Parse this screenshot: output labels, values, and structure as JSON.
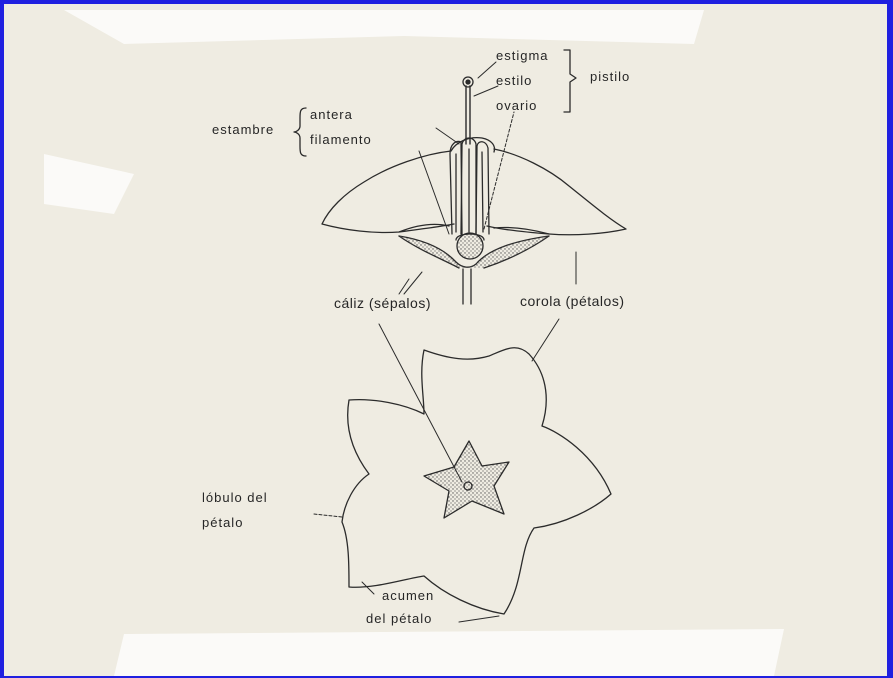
{
  "colors": {
    "border": "#1f1fe0",
    "paper": "#efece2",
    "ink": "#2b2b2b"
  },
  "labels": {
    "estigma": "estigma",
    "estilo": "estilo",
    "ovario": "ovario",
    "pistilo": "pistilo",
    "estambre": "estambre",
    "antera": "antera",
    "filamento": "filamento",
    "caliz": "cáliz (sépalos)",
    "corola": "corola (pétalos)",
    "lobulo_1": "lóbulo del",
    "lobulo_2": "pétalo",
    "acumen_1": "acumen",
    "acumen_2": "del pétalo"
  }
}
